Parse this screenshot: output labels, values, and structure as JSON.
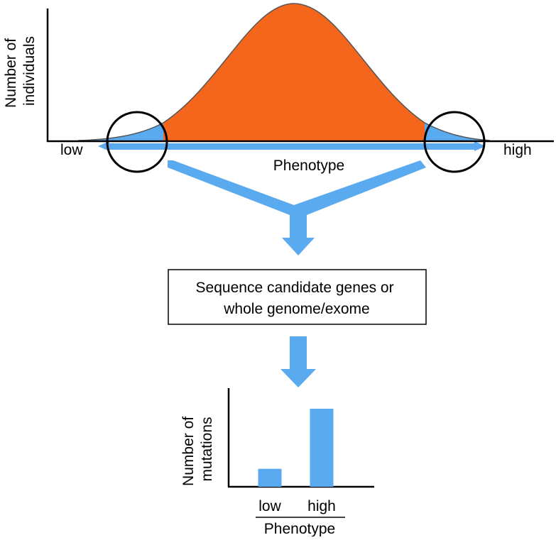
{
  "colors": {
    "distribution_fill": "#f4661c",
    "tail_fill": "#5aaaf0",
    "arrow": "#5aaaf0",
    "bar": "#5aaaf0",
    "axis": "#000000"
  },
  "distribution": {
    "y_axis_label_line1": "Number of",
    "y_axis_label_line2": "individuals",
    "x_axis_label": "Phenotype",
    "low_label": "low",
    "high_label": "high"
  },
  "process": {
    "box_line1": "Sequence candidate genes or",
    "box_line2": "whole genome/exome"
  },
  "chart_data": {
    "type": "bar",
    "categories": [
      "low",
      "high"
    ],
    "values": [
      0.23,
      1.0
    ],
    "xlabel": "Phenotype",
    "ylabel": "Number of mutations",
    "ylabel_line1": "Number of",
    "ylabel_line2": "mutations"
  }
}
